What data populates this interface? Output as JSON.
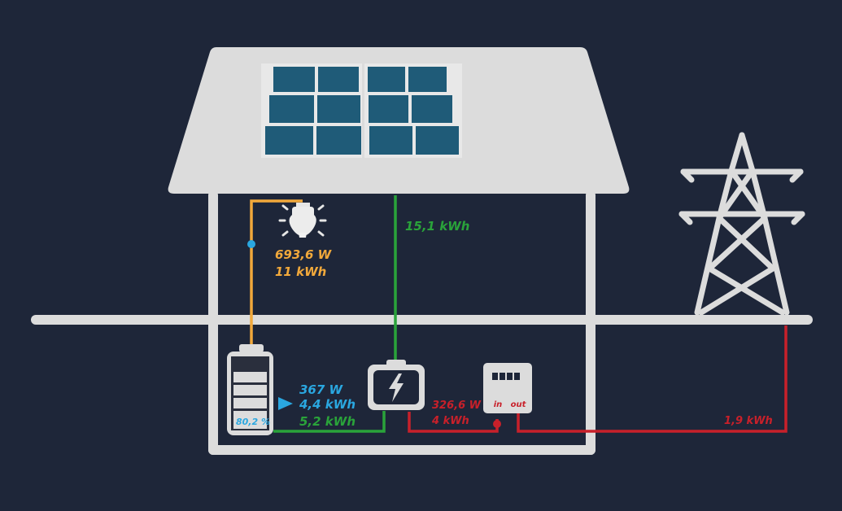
{
  "colors": {
    "background": "#1e2639",
    "structure": "#dcdcdc",
    "roof": "#dcdcdc",
    "solar_panel": "#1f5b78",
    "load": "#f2a93b",
    "solar_flow": "#2aa33a",
    "battery": "#2aa7e0",
    "grid": "#c8202a"
  },
  "icons": {
    "load": "light-bulb-icon",
    "battery": "battery-icon",
    "inverter": "inverter-lightning-icon",
    "meter": "energy-meter-icon",
    "grid": "power-pylon-icon"
  },
  "solar": {
    "energy": "15,1 kWh"
  },
  "load": {
    "power": "693,6 W",
    "energy": "11 kWh"
  },
  "battery": {
    "power": "367 W",
    "charge_energy": "4,4 kWh",
    "discharge_energy": "5,2 kWh",
    "soc": "80,2 %"
  },
  "inverter_output": {
    "power": "326,6 W",
    "energy": "4 kWh"
  },
  "meter": {
    "in_label": "in",
    "out_label": "out"
  },
  "grid": {
    "energy": "1,9 kWh"
  }
}
